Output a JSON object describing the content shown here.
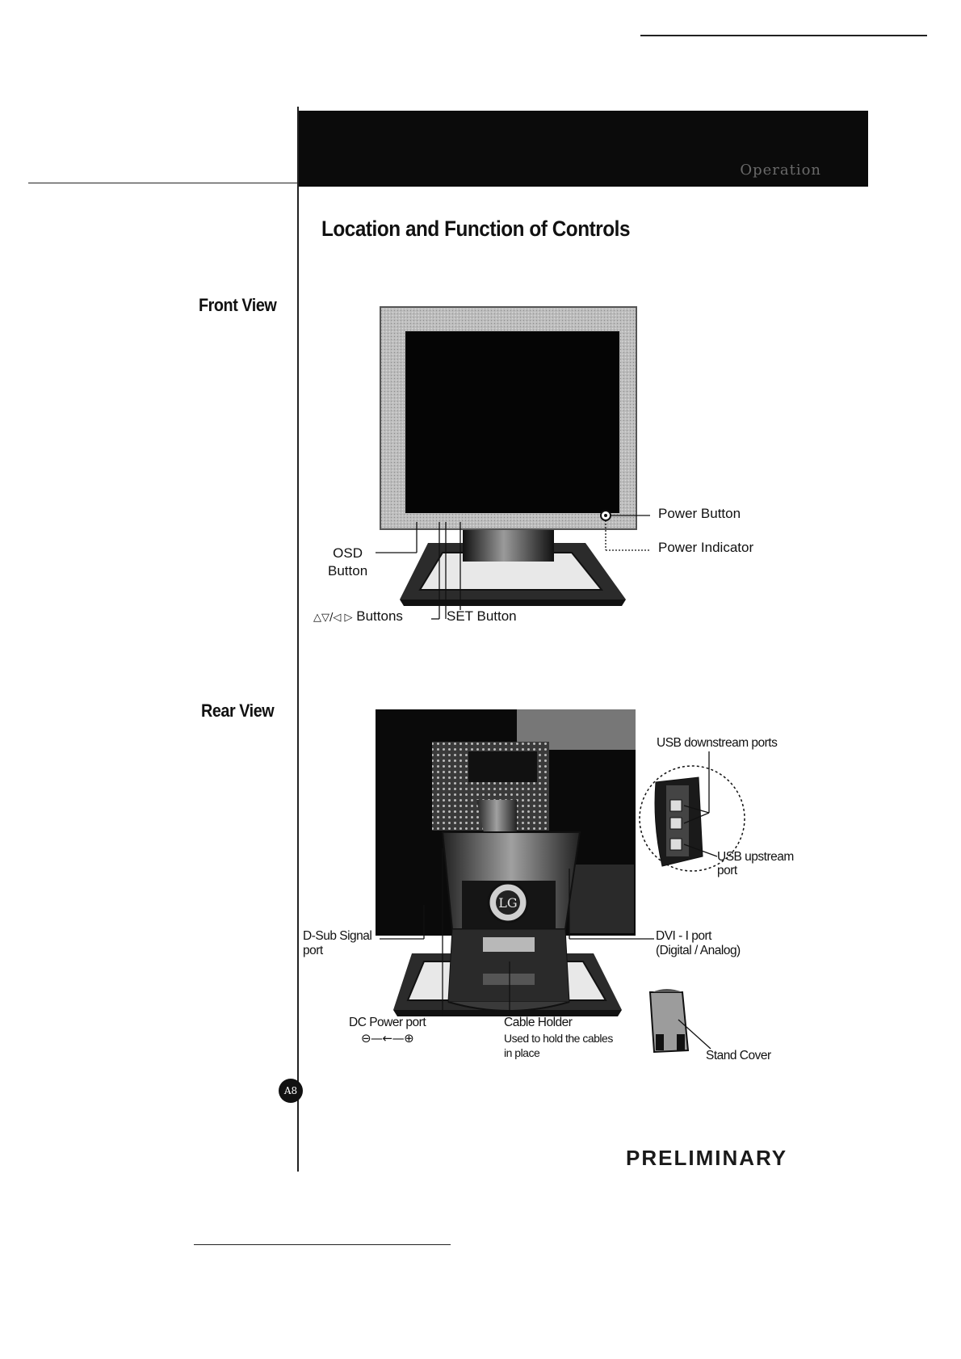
{
  "header": {
    "running_title": "Operation"
  },
  "page": {
    "title": "Location and Function of Controls",
    "page_number": "A8",
    "stamp": "PRELIMINARY"
  },
  "front_view": {
    "heading": "Front View",
    "labels": {
      "power_button": "Power Button",
      "power_indicator": "Power Indicator",
      "osd_button_line1": "OSD",
      "osd_button_line2": "Button",
      "arrow_symbols": "△▽/◁ ▷",
      "arrow_buttons": "Buttons",
      "set_button": "SET Button"
    }
  },
  "rear_view": {
    "heading": "Rear View",
    "labels": {
      "usb_downstream": "USB downstream ports",
      "usb_upstream_line1": "USB upstream",
      "usb_upstream_line2": "port",
      "dsub_line1": "D-Sub Signal",
      "dsub_line2": "port",
      "dvi_line1": "DVI - I port",
      "dvi_line2": "(Digital / Analog)",
      "dc_power": "DC Power port",
      "dc_symbol": "⊖—←—⊕",
      "cable_holder": "Cable Holder",
      "cable_holder_desc_line1": "Used to hold the cables",
      "cable_holder_desc_line2": "in place",
      "stand_cover": "Stand Cover"
    }
  }
}
